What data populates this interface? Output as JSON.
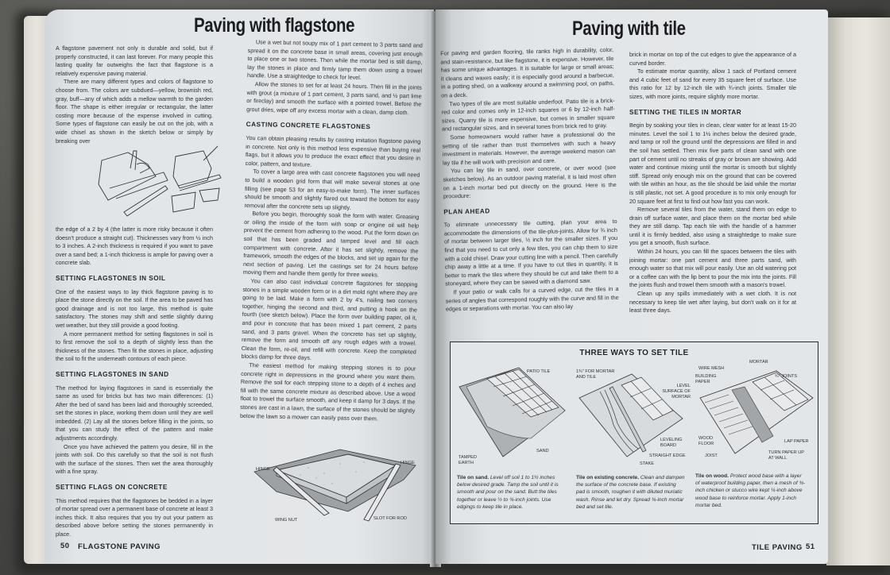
{
  "left_page": {
    "title": "Paving with flagstone",
    "col1": {
      "intro_p1": "A flagstone pavement not only is durable and solid, but if properly constructed, it can last forever. For many people this lasting quality far outweighs the fact that flagstone is a relatively expensive paving material.",
      "intro_p2": "There are many different types and colors of flagstone to choose from. The colors are subdued—yellow, brownish red, gray, buff—any of which adds a mellow warmth to the garden floor. The shape is either irregular or rectangular, the latter costing more because of the expense involved in cutting. Some types of flagstone can easily be cut on the job, with a wide chisel as shown in the sketch below or simply by breaking over",
      "intro_p3": "the edge of a 2 by 4 (the latter is more risky because it often doesn't produce a straight cut). Thicknesses vary from ½ inch to 3 inches. A 2-inch thickness is required if you want to pave over a sand bed; a 1-inch thickness is ample for paving over a concrete slab.",
      "h_soil": "SETTING FLAGSTONES IN SOIL",
      "soil_p1": "One of the easiest ways to lay thick flagstone paving is to place the stone directly on the soil. If the area to be paved has good drainage and is not too large, this method is quite satisfactory. The stones may shift and settle slightly during wet weather, but they still provide a good footing.",
      "soil_p2": "A more permanent method for setting flagstones in soil is to first remove the soil to a depth of slightly less than the thickness of the stones. Then fit the stones in place, adjusting the soil to fit the underneath contours of each piece.",
      "h_sand": "SETTING FLAGSTONES IN SAND",
      "sand_p1": "The method for laying flagstones in sand is essentially the same as used for bricks but has two main differences: (1) After the bed of sand has been laid and thoroughly screeded, set the stones in place, working them down until they are well imbedded. (2) Lay all the stones before filling in the joints, so that you can study the effect of the pattern and make adjustments accordingly.",
      "sand_p2": "Once you have achieved the pattern you desire, fill in the joints with soil. Do this carefully so that the soil is not flush with the surface of the stones. Then wet the area thoroughly with a fine spray.",
      "h_concrete": "SETTING FLAGS ON CONCRETE",
      "concrete_p1": "This method requires that the flagstones be bedded in a layer of mortar spread over a permanent base of concrete at least 3 inches thick. It also requires that you try out your pattern as described above before setting the stones permanently in place."
    },
    "col2": {
      "p1": "Use a wet but not soupy mix of 1 part cement to 3 parts sand and spread it on the concrete base in small areas, covering just enough to place one or two stones. Then while the mortar bed is still damp, lay the stones in place and firmly tamp them down using a trowel handle. Use a straightedge to check for level.",
      "p2": "Allow the stones to set for at least 24 hours. Then fill in the joints with grout (a mixture of 1 part cement, 3 parts sand, and ½ part lime or fireclay) and smooth the surface with a pointed trowel. Before the grout dries, wipe off any excess mortar with a clean, damp cloth.",
      "h_casting": "CASTING CONCRETE FLAGSTONES",
      "cast_p1": "You can obtain pleasing results by casting imitation flagstone paving in concrete. Not only is this method less expensive than buying real flags, but it allows you to produce the exact effect that you desire in color, pattern, and texture.",
      "cast_p2": "To cover a large area with cast concrete flagstones you will need to build a wooden grid form that will make several stones at one filling (see page 53 for an easy-to-make form). The inner surfaces should be smooth and slightly flared out toward the bottom for easy removal after the concrete sets up slightly.",
      "cast_p3": "Before you begin, thoroughly soak the form with water. Greasing or oiling the inside of the form with soap or engine oil will help prevent the cement from adhering to the wood. Put the form down on soil that has been graded and tamped level and fill each compartment with concrete. After it has set slightly, remove the framework, smooth the edges of the blocks, and set up again for the next section of paving. Let the castings set for 24 hours before moving them and handle them gently for three weeks.",
      "cast_p4": "You can also cast individual concrete flagstones for stepping stones in a simple wooden form or in a dirt mold right where they are going to be laid. Make a form with 2 by 4's, nailing two corners together, hinging the second and third, and putting a hook on the fourth (see sketch below). Place the form over building paper, oil it, and pour in concrete that has been mixed 1 part cement, 2 parts sand, and 3 parts gravel. When the concrete has set up slightly, remove the form and smooth off any rough edges with a trowel. Clean the form, re-oil, and refill with concrete. Keep the completed blocks damp for three days.",
      "cast_p5": "The easiest method for making stepping stones is to pour concrete right in depressions in the ground where you want them. Remove the soil for each stepping stone to a depth of 4 inches and fill with the same concrete mixture as described above. Use a wood float to trowel the surface smooth, and keep it damp for 3 days. If the stones are cast in a lawn, the surface of the stones should be slightly below the lawn so a mower can easily pass over them."
    },
    "form_figure_labels": {
      "hinge_left": "HINGE",
      "hinge_right": "HINGE",
      "wing_nut": "WING NUT",
      "slot": "SLOT FOR ROD"
    },
    "footer": {
      "page_number": "50",
      "section": "FLAGSTONE PAVING"
    }
  },
  "right_page": {
    "title": "Paving with tile",
    "col1": {
      "p1": "For paving and garden flooring, tile ranks high in durability, color, and stain-resistance, but like flagstone, it is expensive. However, tile has some unique advantages. It is suitable for large or small areas; it cleans and waxes easily; it is especially good around a barbecue, in a potting shed, on a walkway around a swimming pool, on paths, on a deck.",
      "p2": "Two types of tile are most suitable underfoot. Patio tile is a brick-red color and comes only in 12-inch squares or 6 by 12-inch half-sizes. Quarry tile is more expensive, but comes in smaller square and rectangular sizes, and in several tones from brick red to gray.",
      "p3": "Some homeowners would rather have a professional do the setting of tile rather than trust themselves with such a heavy investment in materials. However, the average weekend mason can lay tile if he will work with precision and care.",
      "p4": "You can lay tile in sand, over concrete, or over wood (see sketches below). As an outdoor paving material, it is laid most often on a 1-inch mortar bed put directly on the ground. Here is the procedure:",
      "h_plan": "PLAN AHEAD",
      "plan_p1": "To eliminate unnecessary tile cutting, plan your area to accommodate the dimensions of the tile-plus-joints. Allow for ¾ inch of mortar between larger tiles, ½ inch for the smaller sizes. If you find that you need to cut only a few tiles, you can chip them to size with a cold chisel. Draw your cutting line with a pencil. Then carefully chip away a little at a time. If you have to cut tiles in quantity, it is better to mark the tiles where they should be cut and take them to a stoneyard, where they can be sawed with a diamond saw.",
      "plan_p2": "If your patio or walk calls for a curved edge, cut the tiles in a series of angles that correspond roughly with the curve and fill in the edges or separations with mortar. You can also lay"
    },
    "col2": {
      "p1": "brick in mortar on top of the cut edges to give the appearance of a curved border.",
      "p2": "To estimate mortar quantity, allow 1 sack of Portland cement and 4 cubic feet of sand for every 35 square feet of surface. Use this ratio for 12 by 12-inch tile with ¾-inch joints. Smaller tile sizes, with more joints, require slightly more mortar.",
      "h_mortar": "SETTING THE TILES IN MORTAR",
      "m_p1": "Begin by soaking your tiles in clean, clear water for at least 15-20 minutes. Level the soil 1 to 1½ inches below the desired grade, and tamp or roll the ground until the depressions are filled in and the soil has settled. Then mix five parts of clean sand with one part of cement until no streaks of gray or brown are showing. Add water and continue mixing until the mortar is smooth but slightly stiff. Spread only enough mix on the ground that can be covered with tile within an hour, as the tile should be laid while the mortar is still plastic, not set. A good procedure is to mix only enough for 20 square feet at first to find out how fast you can work.",
      "m_p2": "Remove several tiles from the water, stand them on edge to drain off surface water, and place them on the mortar bed while they are still damp. Tap each tile with the handle of a hammer until it is firmly bedded, also using a straightedge to make sure you get a smooth, flush surface.",
      "m_p3": "Within 24 hours, you can fill the spaces between the tiles with joining mortar: one part cement and three parts sand, with enough water so that mix will pour easily. Use an old watering pot or a coffee can with the lip bent to pour the mix into the joints. Fill the joints flush and trowel them smooth with a mason's trowel.",
      "m_p4": "Clean up any spills immediately with a wet cloth. It is not necessary to keep tile wet after laying, but don't walk on it for at least three days."
    },
    "tile_box": {
      "title": "THREE WAYS TO SET TILE",
      "labels": {
        "patio_tile": "PATIO TILE",
        "sand": "SAND",
        "tamped_earth": "TAMPED EARTH",
        "mortar_and_tile": "1¾\" FOR MORTAR AND TILE",
        "level_surface": "LEVEL SURFACE OF MORTAR",
        "leveling_board": "LEVELING BOARD",
        "straight_edge": "STRAIGHT EDGE",
        "stake": "STAKE",
        "mortar": "MORTAR",
        "wire_mesh": "WIRE MESH",
        "building_paper": "BUILDING PAPER",
        "joints": "¾\" JOINTS",
        "wood_floor": "WOOD FLOOR",
        "joist": "JOIST",
        "lap_paper": "LAP PAPER",
        "turn_paper": "TURN PAPER UP AT WALL"
      },
      "captions": [
        {
          "lead": "Tile on sand.",
          "text": " Level off soil 1 to 1½ inches below desired grade. Tamp the soil until it is smooth and pour on the sand. Butt the tiles together or leave ½ to ¾-inch joints. Use edgings to keep tile in place."
        },
        {
          "lead": "Tile on existing concrete.",
          "text": " Clean and dampen the surface of the concrete base. If existing pad is smooth, roughen it with diluted muriatic wash. Rinse and let dry. Spread ¾-inch mortar bed and set tile."
        },
        {
          "lead": "Tile on wood.",
          "text": " Protect wood base with a layer of waterproof building paper, then a mesh of ¾-inch chicken or stucco wire kept ¼-inch above wood base to reinforce mortar. Apply 1-inch mortar bed."
        }
      ]
    },
    "footer": {
      "section": "TILE PAVING",
      "page_number": "51"
    }
  }
}
